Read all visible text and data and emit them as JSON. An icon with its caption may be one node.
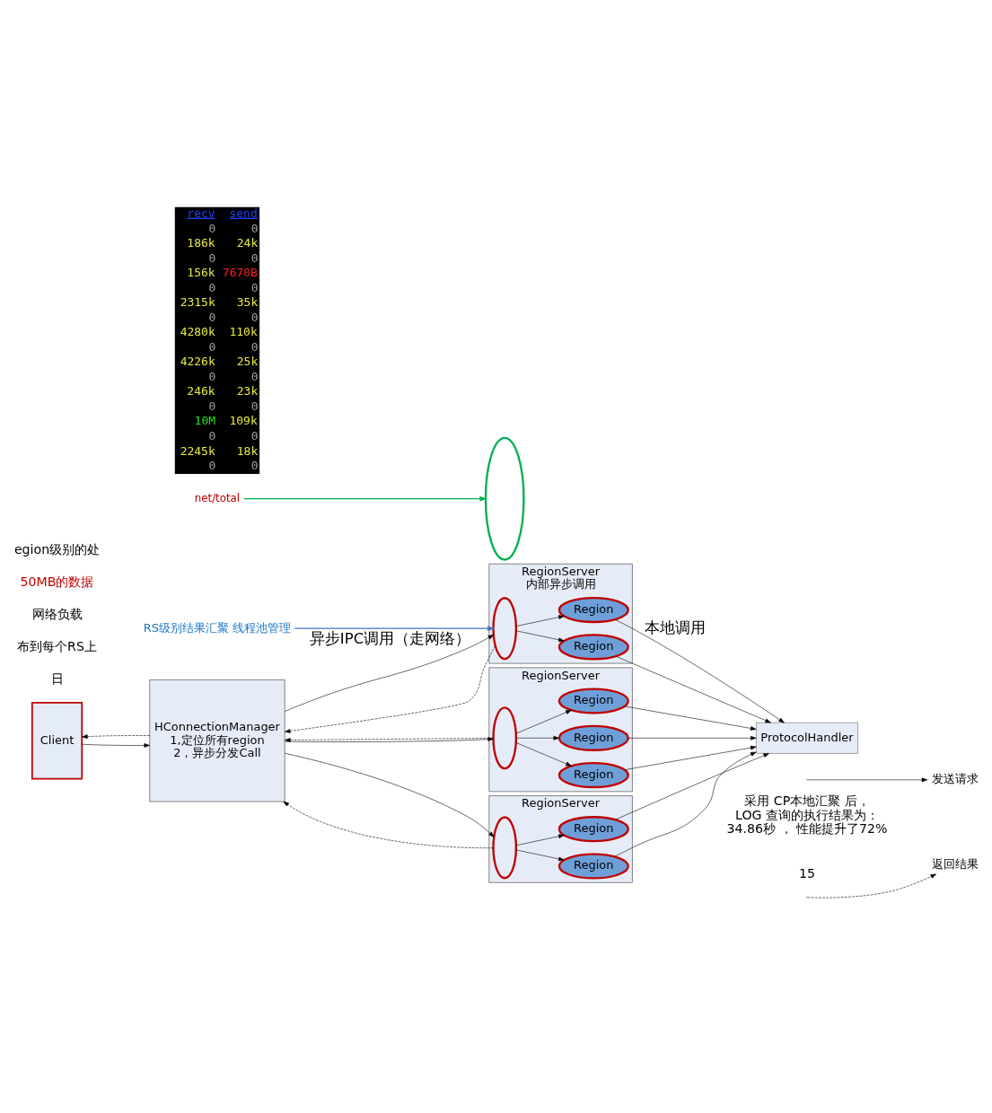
{
  "diagram": {
    "nodes": [
      {
        "text": [
          "Client"
        ]
      },
      {
        "text": [
          "HConnectionManager",
          "1,定位所有region",
          "2，异步分发Call"
        ]
      },
      {
        "text": [
          "RegionServer",
          "内部异步调用"
        ]
      },
      {
        "text": [],
        "shape": "ellipse",
        "in": 2
      },
      {
        "text": [
          "Region"
        ],
        "in": 2
      },
      {
        "text": [
          "Region"
        ],
        "in": 2
      },
      {
        "text": [
          "RegionServer"
        ]
      },
      {
        "text": [],
        "shape": "ellipse",
        "in": 6
      },
      {
        "text": [
          "Region"
        ],
        "in": 6
      },
      {
        "text": [
          "Region"
        ],
        "in": 6
      },
      {
        "text": [
          "RegionServer"
        ]
      },
      {
        "text": [],
        "shape": "ellipse",
        "in": 10
      },
      {
        "text": [
          "Region"
        ],
        "in": 10
      },
      {
        "text": [
          "Region"
        ],
        "in": 10
      },
      {
        "text": [
          "Region"
        ],
        "in": 10
      },
      {
        "text": [
          "ProtocolHandler"
        ]
      },
      {
        "text": [],
        "shape": "ellipse"
      },
      {
        "text": [
          "RS级别结果汇聚 线程池管理"
        ]
      },
      {
        "text": [
          "net/total"
        ]
      }
    ],
    "edges": [
      {
        "from": 0,
        "to": 1,
        "arrow": "to"
      },
      {
        "from": 1,
        "to": 0,
        "arrow": "to",
        "style": "dashed"
      },
      {
        "from": 1,
        "to": 3,
        "arrow": "to",
        "label": "异步IPC调用（走网络）"
      },
      {
        "from": 3,
        "to": 1,
        "arrow": "to",
        "style": "dashed"
      },
      {
        "from": 1,
        "to": 7,
        "arrow": "to"
      },
      {
        "from": 7,
        "to": 1,
        "arrow": "to",
        "style": "dashed"
      },
      {
        "from": 1,
        "to": 11,
        "arrow": "to"
      },
      {
        "from": 11,
        "to": 1,
        "arrow": "to",
        "style": "dashed"
      },
      {
        "from": 3,
        "to": 4,
        "arrow": "to"
      },
      {
        "from": 3,
        "to": 5,
        "arrow": "to"
      },
      {
        "from": 7,
        "to": 8,
        "arrow": "to"
      },
      {
        "from": 7,
        "to": 9,
        "arrow": "to"
      },
      {
        "from": 11,
        "to": 12,
        "arrow": "to"
      },
      {
        "from": 11,
        "to": 13,
        "arrow": "to"
      },
      {
        "from": 11,
        "to": 14,
        "arrow": "to"
      },
      {
        "from": 4,
        "to": 15,
        "arrow": "to"
      },
      {
        "from": 5,
        "to": 15,
        "arrow": "to",
        "label": "本地调用"
      },
      {
        "from": 8,
        "to": 15,
        "arrow": "to"
      },
      {
        "from": 9,
        "to": 15,
        "arrow": "to"
      },
      {
        "from": 12,
        "to": 15,
        "arrow": "to"
      },
      {
        "from": 13,
        "to": 15,
        "arrow": "to"
      },
      {
        "from": 14,
        "to": 15,
        "arrow": "to"
      },
      {
        "from": 17,
        "to": 3,
        "arrow": "to",
        "color": "#4472c4"
      },
      {
        "from": 18,
        "to": 16,
        "arrow": "to",
        "color": "#00b050"
      }
    ],
    "labels": [
      "日",
      "布到每个RS上",
      "网络负载",
      "50MB的数据",
      "egion级别的处",
      "recv",
      "send",
      "0",
      "0",
      "186k",
      "24k",
      "0",
      "0",
      "156k",
      "7670B",
      "0",
      "0",
      "2315k",
      "35k",
      "0",
      "0",
      "4280k",
      "110k",
      "0",
      "0",
      "4226k",
      "25k",
      "0",
      "0",
      "246k",
      "23k",
      "0",
      "0",
      "10M",
      "109k",
      "0",
      "0",
      "2245k",
      "18k",
      "0",
      "0",
      "采用 CP本地汇聚 后，LOG 查询的执行结果为：34.86秒 ， 性能提升了72%",
      "15"
    ],
    "legend": [
      {
        "text": "发送请求"
      },
      {
        "text": "返回结果"
      }
    ]
  }
}
